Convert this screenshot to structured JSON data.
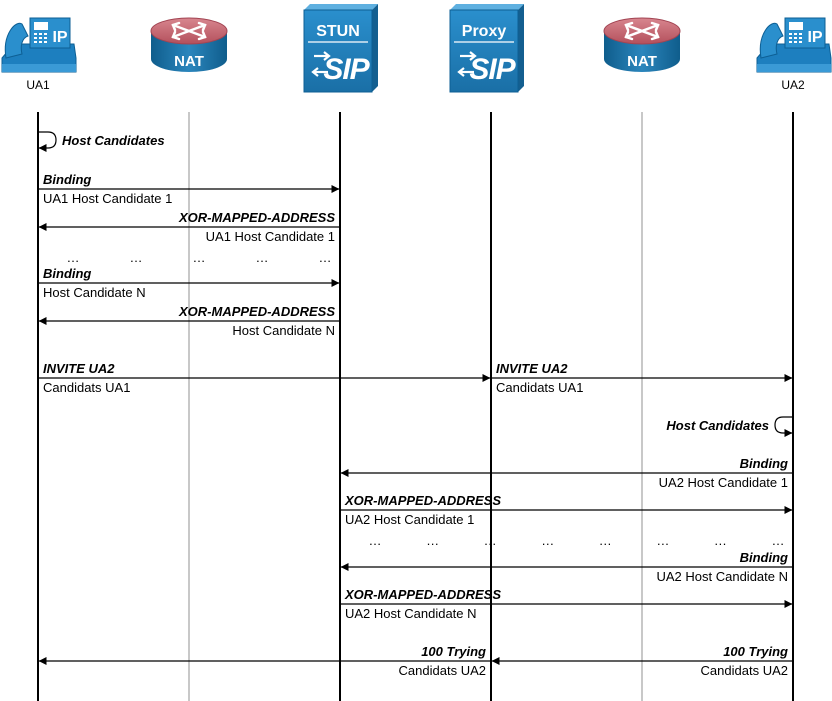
{
  "entities": [
    {
      "key": "ua1",
      "icon": "ip-phone-icon",
      "label": "UA1",
      "line": "black"
    },
    {
      "key": "nat1",
      "icon": "nat-router-icon",
      "label": "NAT",
      "line": "gray"
    },
    {
      "key": "stun",
      "icon": "sip-server-icon",
      "label": "STUN",
      "line": "black"
    },
    {
      "key": "proxy",
      "icon": "sip-server-icon",
      "label": "Proxy",
      "line": "black"
    },
    {
      "key": "nat2",
      "icon": "nat-router-icon",
      "label": "NAT",
      "line": "gray"
    },
    {
      "key": "ua2",
      "icon": "ip-phone-icon",
      "label": "UA2",
      "line": "black"
    }
  ],
  "icon_text": {
    "sip": "SIP"
  },
  "messages": [
    {
      "type": "self",
      "at": "ua1",
      "title": "Host Candidates"
    },
    {
      "from": "ua1",
      "to": "stun",
      "title": "Binding",
      "sub": "UA1 Host Candidate 1"
    },
    {
      "from": "stun",
      "to": "ua1",
      "title": "XOR-MAPPED-ADDRESS",
      "sub": "UA1 Host Candidate 1"
    },
    {
      "type": "dots",
      "from": "ua1",
      "to": "stun",
      "text": "…"
    },
    {
      "from": "ua1",
      "to": "stun",
      "title": "Binding",
      "sub": "Host Candidate N"
    },
    {
      "from": "stun",
      "to": "ua1",
      "title": "XOR-MAPPED-ADDRESS",
      "sub": "Host Candidate N"
    },
    {
      "from": "ua1",
      "to": "proxy",
      "title": "INVITE UA2",
      "sub": "Candidats UA1"
    },
    {
      "from": "proxy",
      "to": "ua2",
      "title": "INVITE UA2",
      "sub": "Candidats UA1"
    },
    {
      "type": "self",
      "at": "ua2",
      "title": "Host Candidates"
    },
    {
      "from": "ua2",
      "to": "stun",
      "title": "Binding",
      "sub": "UA2 Host Candidate 1"
    },
    {
      "from": "stun",
      "to": "ua2",
      "title": "XOR-MAPPED-ADDRESS",
      "sub": "UA2 Host Candidate 1"
    },
    {
      "type": "dots",
      "from": "stun",
      "to": "ua2",
      "text": "…"
    },
    {
      "from": "ua2",
      "to": "stun",
      "title": "Binding",
      "sub": "UA2 Host Candidate N"
    },
    {
      "from": "stun",
      "to": "ua2",
      "title": "XOR-MAPPED-ADDRESS",
      "sub": "UA2 Host Candidate N"
    },
    {
      "from": "proxy",
      "to": "ua1",
      "title": "100 Trying",
      "sub": "Candidats UA2"
    },
    {
      "from": "ua2",
      "to": "proxy",
      "title": "100 Trying",
      "sub": "Candidats UA2"
    }
  ]
}
